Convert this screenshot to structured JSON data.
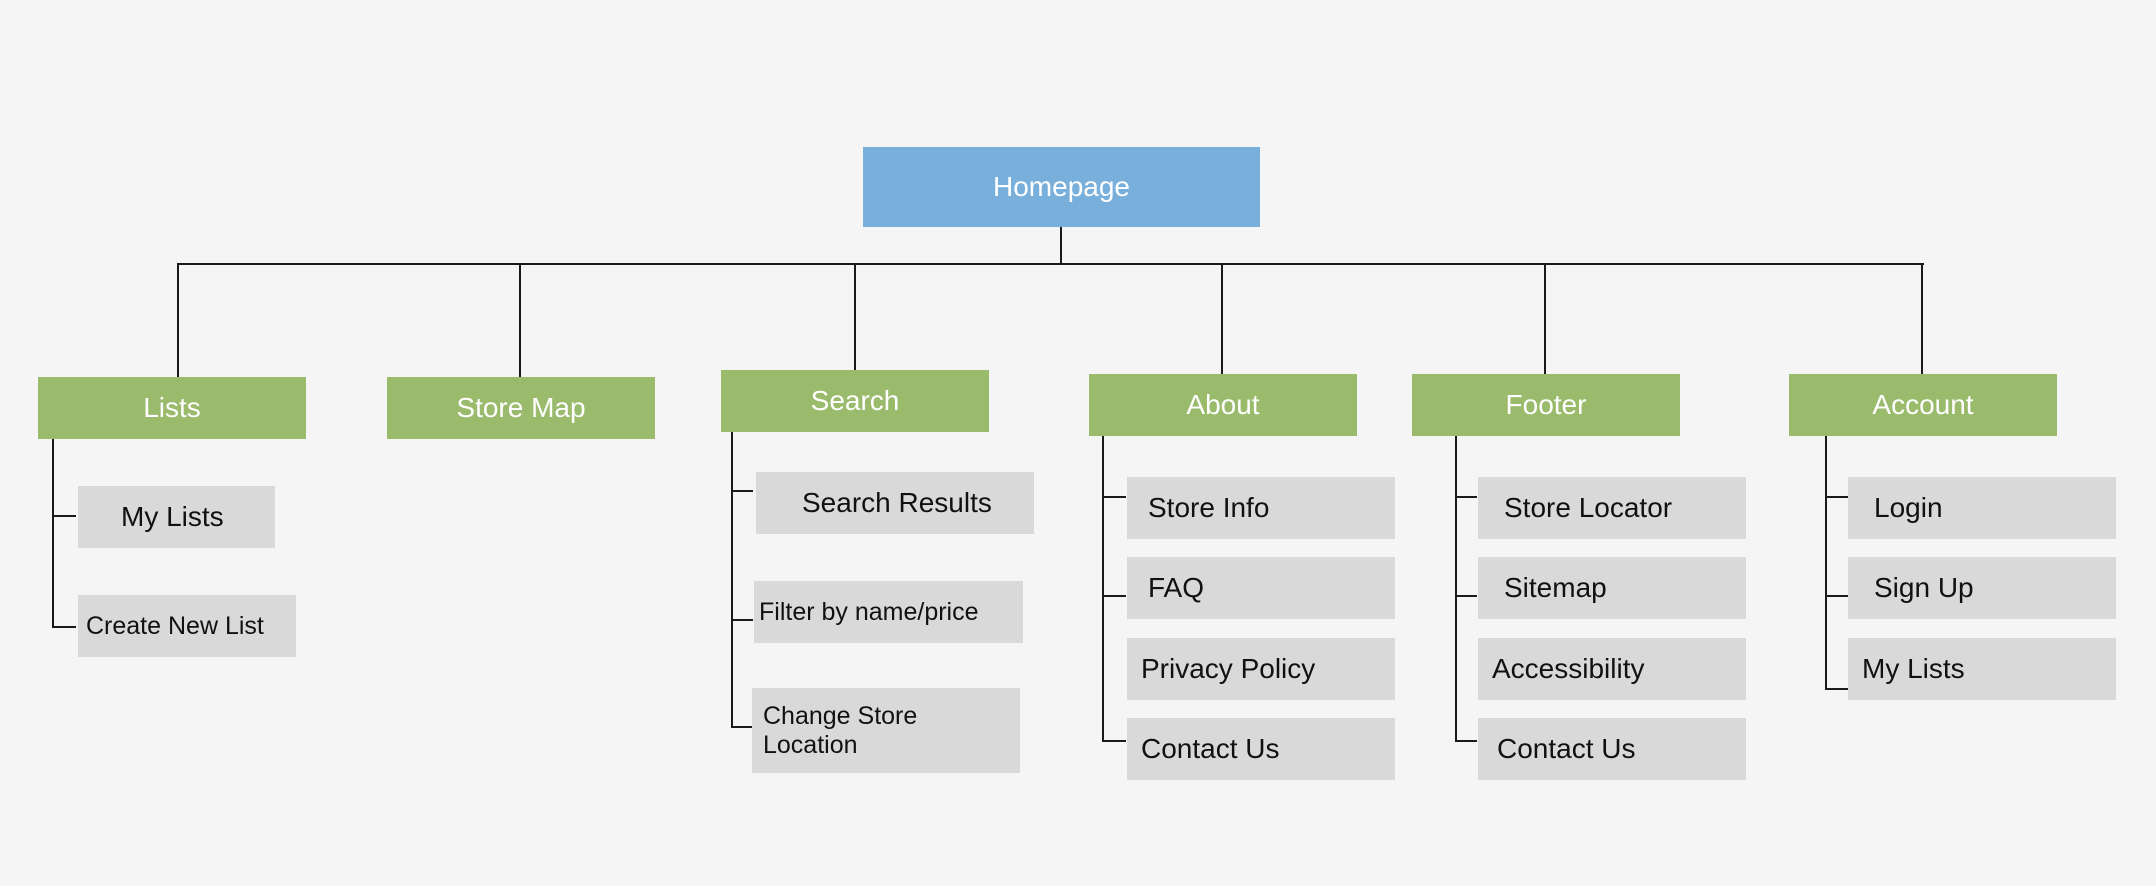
{
  "colors": {
    "background": "#f5f5f5",
    "root": "#79afdb",
    "section": "#9aba6c",
    "page": "#d9d9d9",
    "connector": "#1a1a1a"
  },
  "root": {
    "label": "Homepage"
  },
  "sections": [
    {
      "label": "Lists",
      "children": [
        "My Lists",
        "Create New List"
      ]
    },
    {
      "label": "Store Map",
      "children": []
    },
    {
      "label": "Search",
      "children": [
        "Search Results",
        "Filter by name/price",
        "Change Store Location"
      ]
    },
    {
      "label": "About",
      "children": [
        "Store Info",
        "FAQ",
        "Privacy Policy",
        "Contact Us"
      ]
    },
    {
      "label": "Footer",
      "children": [
        "Store Locator",
        "Sitemap",
        "Accessibility",
        "Contact Us"
      ]
    },
    {
      "label": "Account",
      "children": [
        "Login",
        "Sign Up",
        "My Lists"
      ]
    }
  ]
}
